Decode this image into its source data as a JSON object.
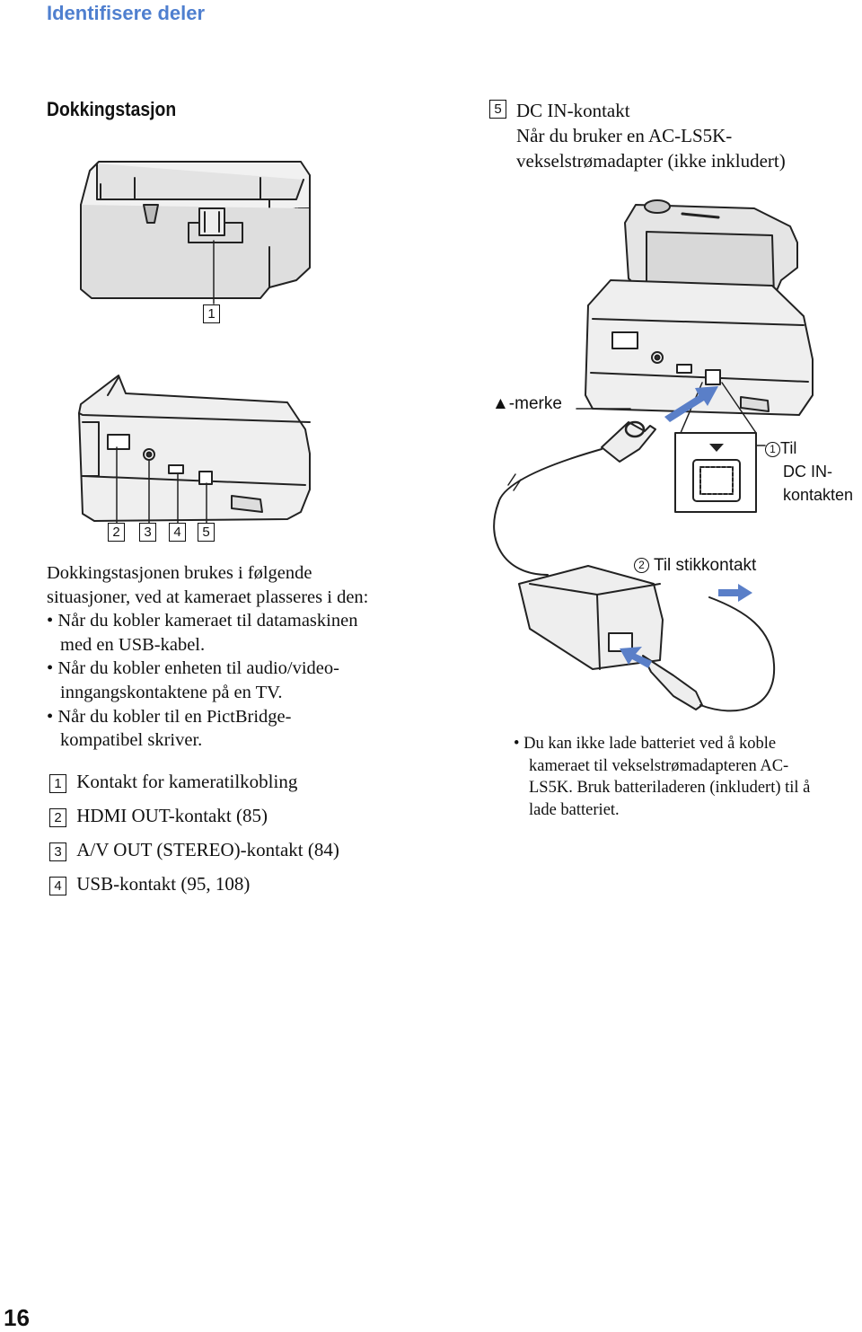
{
  "header": "Identifisere deler",
  "section_title": "Dokkingstasjon",
  "item5": {
    "num": "5",
    "title": "DC IN-kontakt",
    "line2": "Når du bruker en AC-LS5K-",
    "line3": "vekselstrømadapter (ikke inkludert)"
  },
  "callouts": {
    "c1": "1",
    "c2": "2",
    "c3": "3",
    "c4": "4",
    "c5": "5"
  },
  "figure_labels": {
    "merke": "▲-merke",
    "til_dc_num": "1",
    "til_dc_line1": "Til",
    "til_dc_line2": "DC IN-",
    "til_dc_line3": "kontakten",
    "til_stikk_num": "2",
    "til_stikk": "Til stikkontakt"
  },
  "intro": {
    "line1": "Dokkingstasjonen brukes i følgende",
    "line2": "situasjoner, ved at kameraet plasseres i den:",
    "bullets": [
      {
        "a": "Når du kobler kameraet til datamaskinen",
        "b": "med en USB-kabel."
      },
      {
        "a": "Når du kobler enheten til audio/video-",
        "b": "inngangskontaktene på en TV."
      },
      {
        "a": "Når du kobler til en PictBridge-",
        "b": "kompatibel skriver."
      }
    ]
  },
  "legend": [
    {
      "num": "1",
      "text": "Kontakt for kameratilkobling"
    },
    {
      "num": "2",
      "text": "HDMI OUT-kontakt (85)"
    },
    {
      "num": "3",
      "text": "A/V OUT (STEREO)-kontakt (84)"
    },
    {
      "num": "4",
      "text": "USB-kontakt (95, 108)"
    }
  ],
  "note": {
    "line1": "Du kan ikke lade batteriet ved å koble",
    "line2": "kameraet til vekselstrømadapteren AC-",
    "line3": "LS5K. Bruk batteriladeren (inkludert) til å",
    "line4": "lade batteriet."
  },
  "page_number": "16",
  "colors": {
    "header": "#4f7fcf",
    "arrow": "#5a7fc8"
  }
}
